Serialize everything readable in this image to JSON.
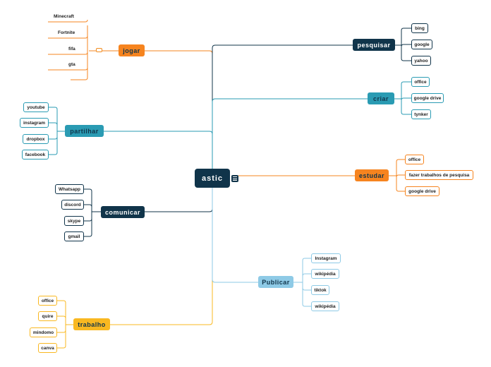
{
  "root": {
    "label": "astic"
  },
  "colors": {
    "dark": "#10344a",
    "teal": "#2a9bb3",
    "orange": "#f6841f",
    "yellow": "#f9b821",
    "lightblue": "#8ecae6"
  },
  "icons": {
    "menu": "menu-icon",
    "collapse": "collapse-icon"
  },
  "branches": {
    "jogar": {
      "label": "jogar",
      "children": [
        "Minecraft",
        "Fortnite",
        "fifa",
        "gta"
      ]
    },
    "partilhar": {
      "label": "partilhar",
      "children": [
        "youtube",
        "instagram",
        "dropbox",
        "facebook"
      ]
    },
    "comunicar": {
      "label": "comunicar",
      "children": [
        "Whatsapp",
        "discord",
        "skype",
        "gmail"
      ]
    },
    "trabalho": {
      "label": "trabalho",
      "children": [
        "office",
        "quire",
        "mindomo",
        "canva"
      ]
    },
    "pesquisar": {
      "label": "pesquisar",
      "children": [
        "bing",
        "google",
        "yahoo"
      ]
    },
    "criar": {
      "label": "criar",
      "children": [
        "office",
        "google drive",
        "tynker"
      ]
    },
    "estudar": {
      "label": "estudar",
      "children": [
        "office",
        "fazer trabalhos de pesquisa",
        "google drive"
      ]
    },
    "publicar": {
      "label": "Publicar",
      "children": [
        "Instagram",
        "wikipédia",
        "tiktok",
        "wikipédia"
      ]
    }
  }
}
